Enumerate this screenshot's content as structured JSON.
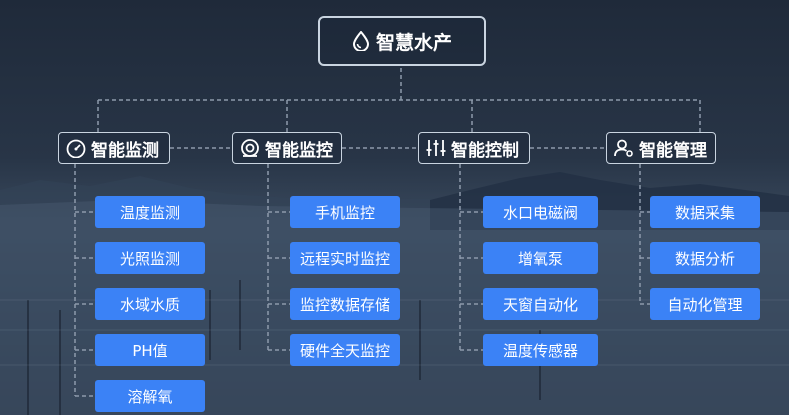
{
  "root": {
    "label": "智慧水产",
    "icon": "water-drop-icon"
  },
  "categories": [
    {
      "label": "智能监测",
      "icon": "gauge-icon",
      "items": [
        "温度监测",
        "光照监测",
        "水域水质",
        "PH值",
        "溶解氧"
      ]
    },
    {
      "label": "智能监控",
      "icon": "camera-icon",
      "items": [
        "手机监控",
        "远程实时监控",
        "监控数据存储",
        "硬件全天监控"
      ]
    },
    {
      "label": "智能控制",
      "icon": "sliders-icon",
      "items": [
        "水口电磁阀",
        "增氧泵",
        "天窗自动化",
        "温度传感器"
      ]
    },
    {
      "label": "智能管理",
      "icon": "user-gear-icon",
      "items": [
        "数据采集",
        "数据分析",
        "自动化管理"
      ]
    }
  ],
  "colors": {
    "leaf_fill": "#3b82f6",
    "frame_border": "#c9d4e0",
    "connector": "#8d9aab"
  }
}
